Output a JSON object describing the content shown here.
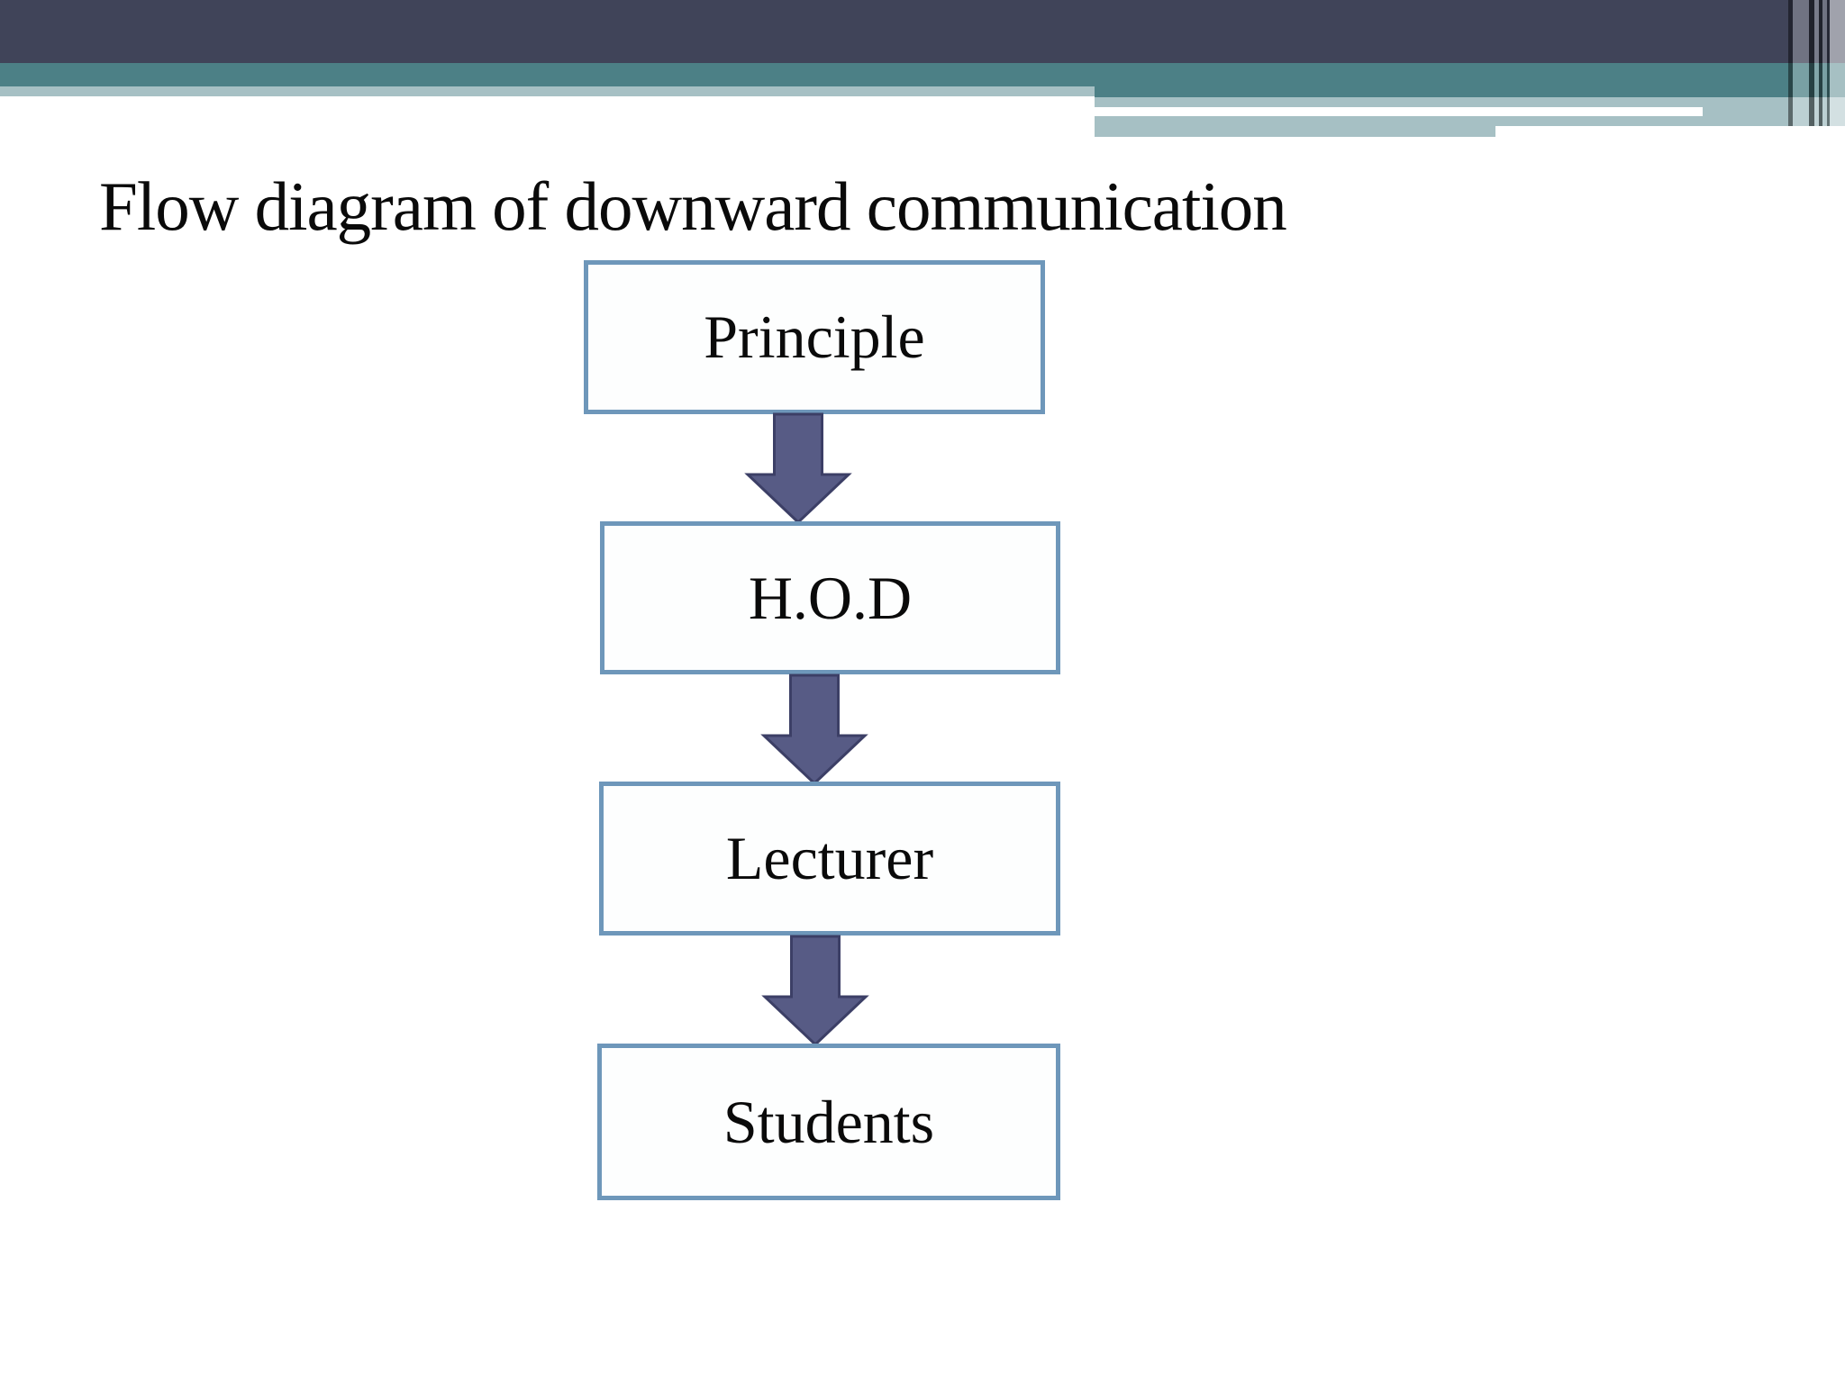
{
  "slide": {
    "title": "Flow diagram of downward communication"
  },
  "diagram": {
    "type": "flowchart",
    "direction": "top-down",
    "nodes": [
      {
        "id": "principle",
        "label": "Principle"
      },
      {
        "id": "hod",
        "label": "H.O.D"
      },
      {
        "id": "lecturer",
        "label": "Lecturer"
      },
      {
        "id": "students",
        "label": "Students"
      }
    ],
    "edges": [
      {
        "from": "principle",
        "to": "hod",
        "connector": "down-arrow"
      },
      {
        "from": "hod",
        "to": "lecturer",
        "connector": "down-arrow"
      },
      {
        "from": "lecturer",
        "to": "students",
        "connector": "down-arrow"
      }
    ]
  },
  "colors": {
    "header_dark": "#404459",
    "header_teal": "#4C8086",
    "header_light": "#A6C0C4",
    "box_border": "#6E97BA",
    "box_fill": "#FDFEFE",
    "arrow_fill": "#575B85",
    "arrow_outline": "#3C3F66",
    "title_text": "#0A0A0A",
    "background": "#FFFFFF"
  }
}
